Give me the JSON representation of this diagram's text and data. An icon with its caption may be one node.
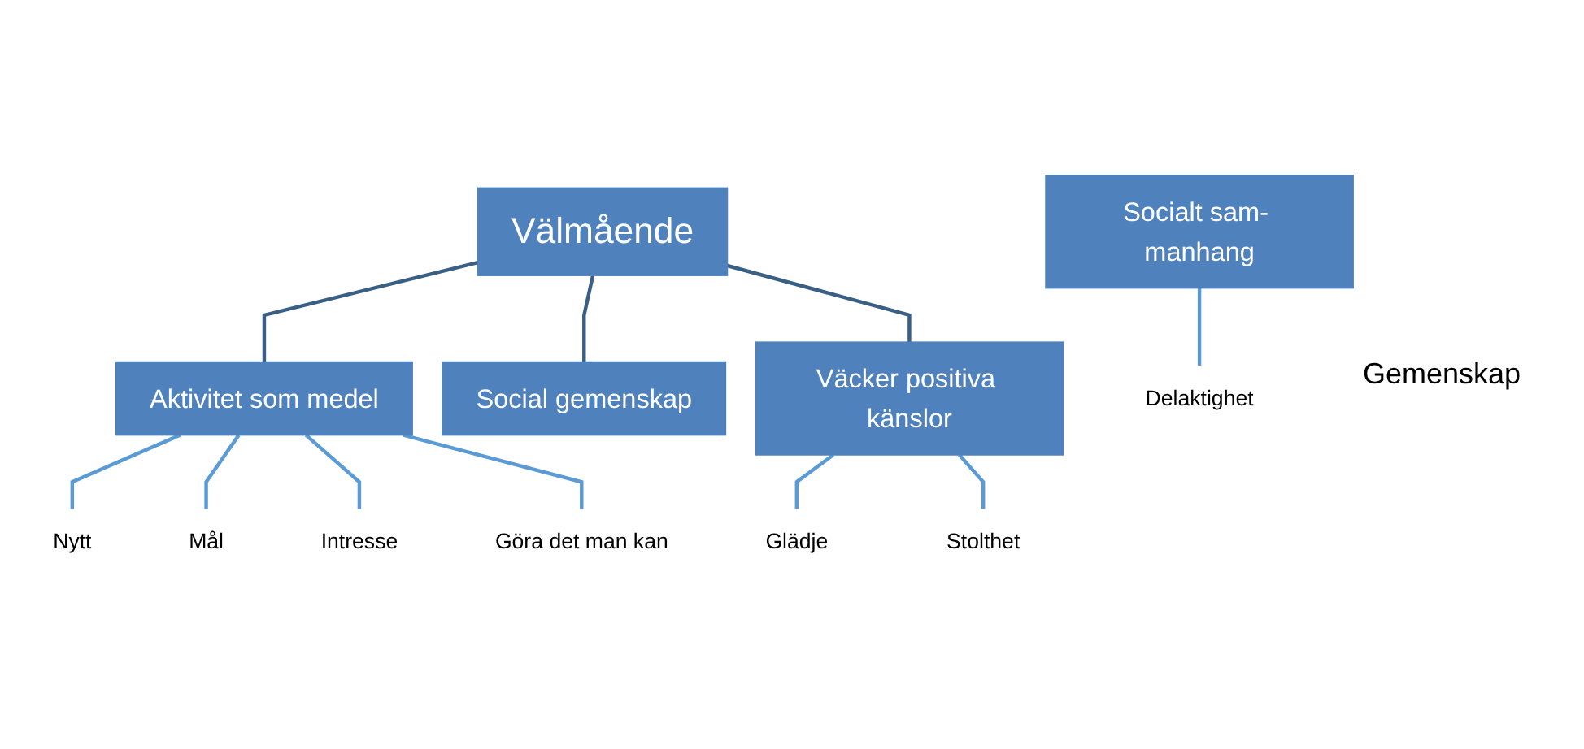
{
  "diagram": {
    "nodes": [
      {
        "text": [
          "Välmående"
        ]
      },
      {
        "text": [
          "Aktivitet som medel"
        ]
      },
      {
        "text": [
          "Social gemenskap"
        ]
      },
      {
        "text": [
          "Socialt sam- manhang"
        ]
      },
      {
        "text": [
          "Väcker positiva känslor"
        ]
      },
      {
        "text": [
          "Nytt"
        ]
      },
      {
        "text": [
          "Mål"
        ]
      },
      {
        "text": [
          "Intresse"
        ]
      },
      {
        "text": [
          "Göra det man kan"
        ]
      },
      {
        "text": [
          "Delaktighet"
        ]
      },
      {
        "text": [
          "Glädje"
        ]
      },
      {
        "text": [
          "Stolthet"
        ]
      }
    ],
    "edges": [
      {
        "from": 0,
        "to": 1,
        "arrow": "none",
        "color": "#3a5f85"
      },
      {
        "from": 0,
        "to": 2,
        "arrow": "none",
        "color": "#3a5f85"
      },
      {
        "from": 0,
        "to": 4,
        "arrow": "none",
        "color": "#3a5f85"
      },
      {
        "from": 1,
        "to": 5,
        "arrow": "none"
      },
      {
        "from": 1,
        "to": 6,
        "arrow": "none"
      },
      {
        "from": 1,
        "to": 7,
        "arrow": "none"
      },
      {
        "from": 1,
        "to": 8,
        "arrow": "none"
      },
      {
        "from": 3,
        "to": 9,
        "arrow": "none"
      },
      {
        "from": 4,
        "to": 10,
        "arrow": "none"
      },
      {
        "from": 4,
        "to": 11,
        "arrow": "none"
      }
    ],
    "labels": [
      "Gemenskap"
    ]
  }
}
